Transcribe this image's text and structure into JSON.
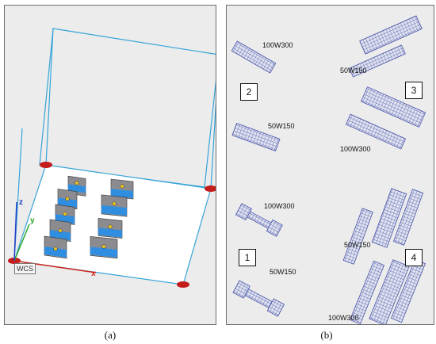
{
  "panel_a": {
    "caption": "(a)",
    "wcs_label": "WCS",
    "axis_x": "x",
    "axis_y": "y",
    "axis_z": "z",
    "colors": {
      "box": "#35a4d8",
      "plate": "#ffffff",
      "marker": "#c41b1b",
      "part_gray": "#8c8c90",
      "part_blue": "#2f8ee0"
    }
  },
  "panel_b": {
    "caption": "(b)",
    "quadrant_numbers": [
      "2",
      "3",
      "1",
      "4"
    ],
    "labels": [
      "100W300",
      "50W150",
      "50W150",
      "100W300",
      "100W300",
      "50W150",
      "50W150",
      "100W300"
    ],
    "colors": {
      "mesh": "#4652a6",
      "mesh_fill": "#dfe2ef"
    }
  }
}
